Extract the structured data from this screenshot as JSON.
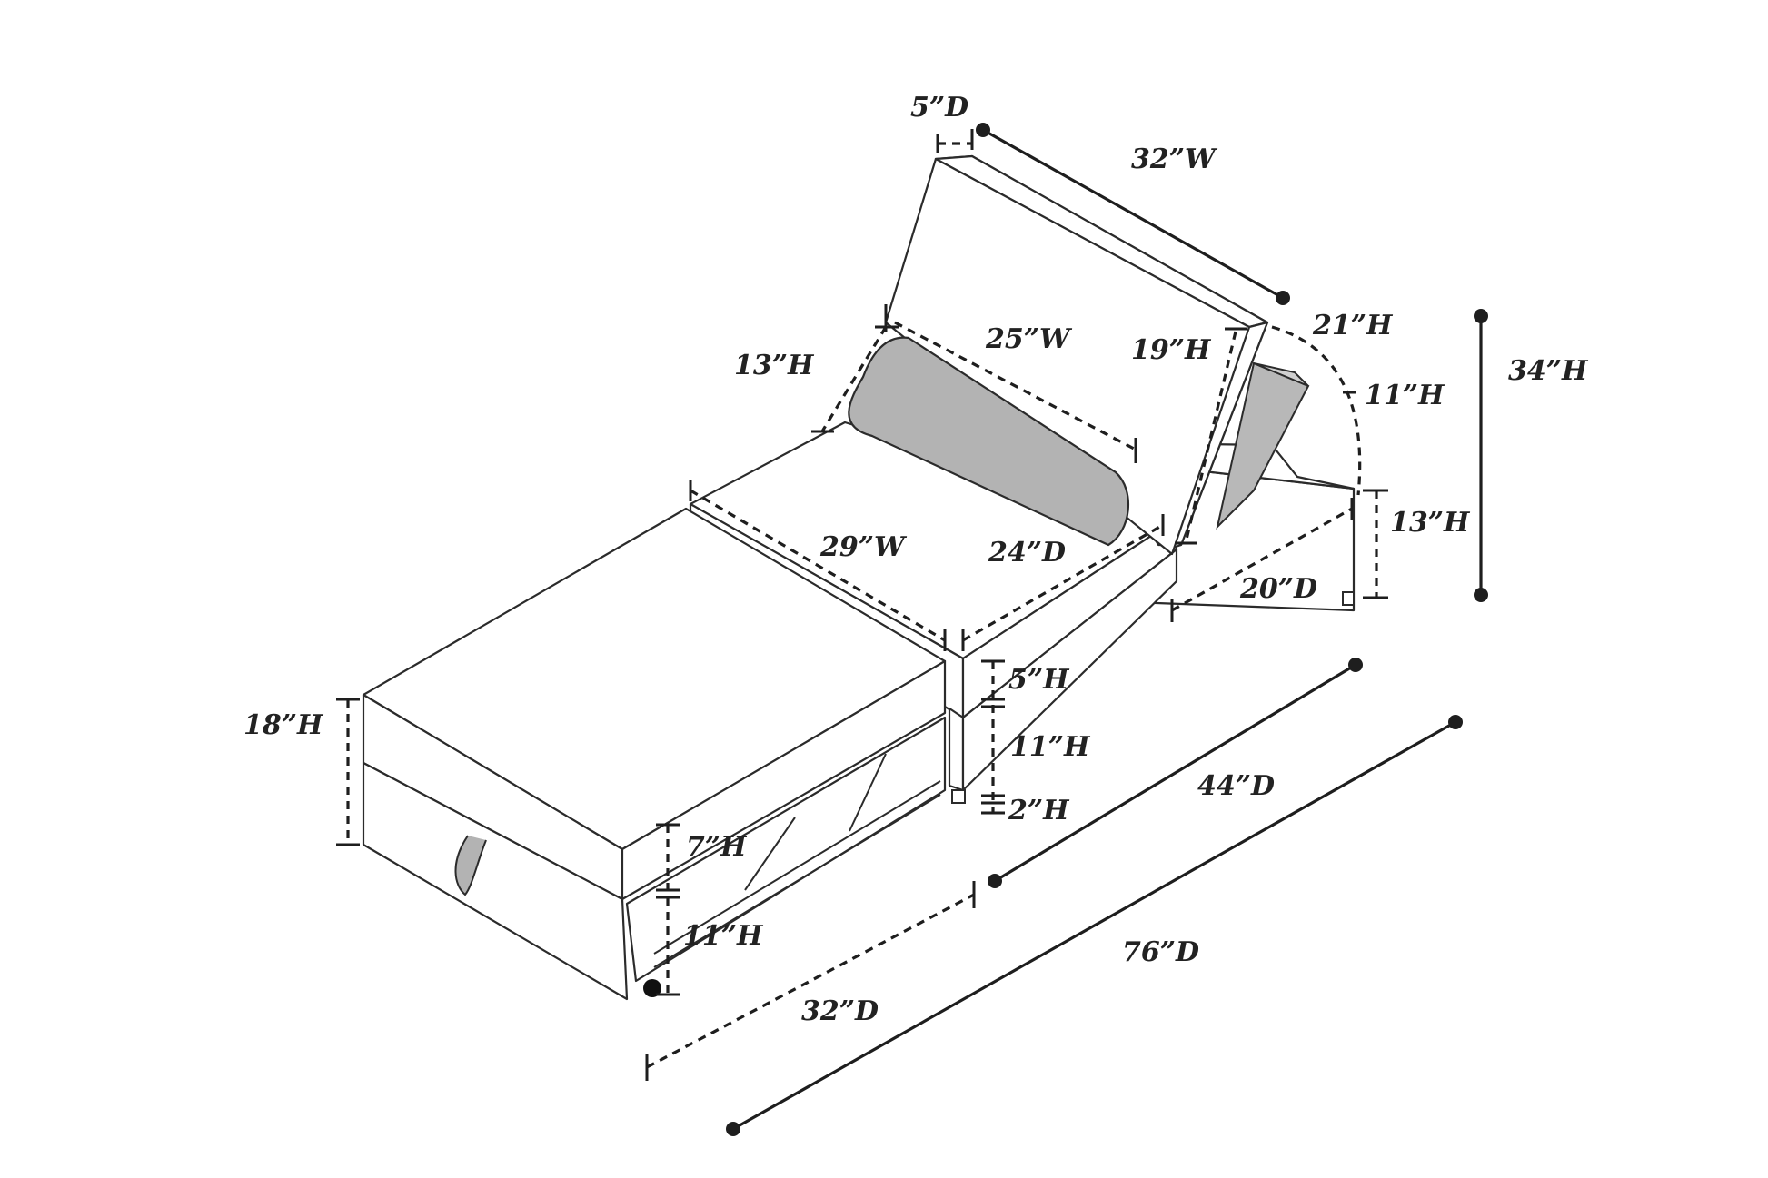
{
  "labels": {
    "back_depth": "5”D",
    "back_width": "32”W",
    "back_height": "21”H",
    "overall_height": "34”H",
    "fold_height": "11”H",
    "pillow_height": "13”H",
    "pillow_width": "25”W",
    "upper_back_height": "19”H",
    "base_height": "13”H",
    "seat_width": "29”W",
    "seat_depth": "24”D",
    "rear_depth": "20”D",
    "cushion_height": "5”H",
    "frame_height": "11”H",
    "leg_height": "2”H",
    "front_height": "18”H",
    "ottoman_top_height": "7”H",
    "ottoman_bottom_height": "11”H",
    "chair_depth": "44”D",
    "total_depth": "76”D",
    "ottoman_depth": "32”D"
  },
  "colors": {
    "line": "#2b2b2b",
    "pillow": "#b3b3b3",
    "fabric": "#ffffff"
  }
}
